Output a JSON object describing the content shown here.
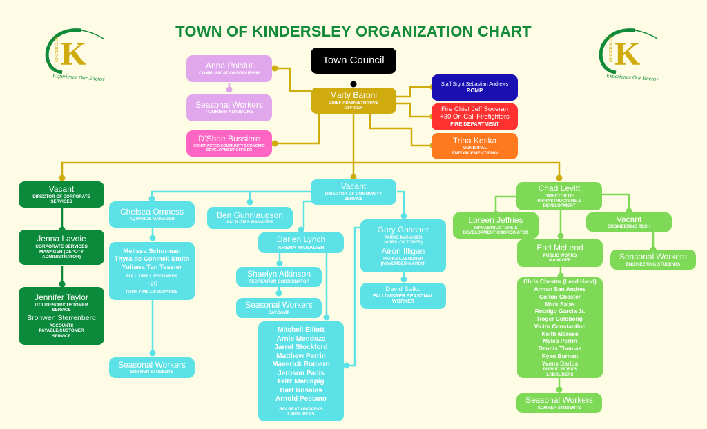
{
  "title": "TOWN OF KINDERSLEY ORGANIZATION CHART",
  "logo": {
    "wordmark": "KINDERSLEY",
    "letter": "K",
    "tagline": "Experience Our Energy"
  },
  "colors": {
    "background": "#fefce4",
    "title": "#118a3a",
    "council": "#000000",
    "cao": "#cfab0e",
    "communications": "#e1a7ec",
    "economic_dev": "#ff66c4",
    "rcmp": "#1a0fb0",
    "fire": "#ff3131",
    "enforcement": "#ff7a1f",
    "corporate": "#0b8a3c",
    "community": "#5ce1e6",
    "infrastructure": "#7ed957"
  },
  "council": {
    "name": "Town Council"
  },
  "cao": {
    "name": "Marty Baroni",
    "role": "CHIEF ADMINISTRATIVE OFFICER"
  },
  "communications": {
    "name": "Anna Polsfut",
    "role": "COMMUNICATIONS/TOURISM"
  },
  "tourism_seasonal": {
    "name": "Seasonal Workers",
    "role": "TOURISM ADVISORS"
  },
  "economic_dev": {
    "name": "D’Shae Bussiere",
    "role": "CONTRACTED COMMUNITY ECONOMIC DEVELOPMENT OFFICER"
  },
  "rcmp": {
    "name": "Staff Srgnt Sebastian Andrews",
    "role": "RCMP"
  },
  "fire": {
    "name": "Fire Chief Jeff Soveran",
    "extra": "+30 On Call Firefighters",
    "role": "FIRE DEPARTMENT"
  },
  "enforcement": {
    "name": "Trina Koska",
    "role": "MUNICIPAL ENFORCEMENT/EMO"
  },
  "corporate": {
    "director": {
      "name": "Vacant",
      "role": "DIRECTOR OF CORPORATE SERVICES"
    },
    "manager": {
      "name": "Jenna Lavoie",
      "role": "CORPORATE SERVICES MANAGER (DEPUTY ADMINISTRATOR)"
    },
    "staff": [
      {
        "name": "Jennifer Taylor",
        "role": "UTILITIES/AR/CUSTOMER SERVICE"
      },
      {
        "name": "Bronwen Sterrenberg",
        "role": "ACCOUNTS PAYABLE/CUSTOMER SERVICE"
      }
    ]
  },
  "community": {
    "director": {
      "name": "Vacant",
      "role": "DIRECTOR OF COMMUNITY SERVICE"
    },
    "aquatics": {
      "name": "Chelsea Omness",
      "role": "AQUATICS MANAGER"
    },
    "lifeguards": {
      "names": [
        "Melissa Schurman",
        "Thyra de Coninck Smith",
        "Yuliana Tan Tessier"
      ],
      "full_time_label": "FULL TIME LIFEGUARDS",
      "part_time_count": "+20",
      "part_time_label": "PART TIME LIFEGUARDS"
    },
    "aquatics_seasonal": {
      "name": "Seasonal Workers",
      "role": "SUMMER STUDENTS"
    },
    "facilities": {
      "name": "Ben Gunnlaugson",
      "role": "FACILITIES MANAGER"
    },
    "arena": {
      "name": "Darien Lynch",
      "role": "ARENA MANAGER"
    },
    "recreation": {
      "name": "Shaelyn Atkinson",
      "role": "RECREATION COORDINATOR"
    },
    "daycamp": {
      "name": "Seasonal Workers",
      "role": "DAYCAMP"
    },
    "rec_labourers": {
      "names": [
        "Mitchell Elliott",
        "Arnie Mendoza",
        "Jarret Stockford",
        "Matthew Perrin",
        "Maverick Romero",
        "Jeroson Pacis",
        "Fritz Manlapig",
        "Bart Rosales",
        "Arnold Pestano"
      ],
      "role": "RECREATION/PARKS LABOURERS"
    },
    "parks": {
      "manager": {
        "name": "Gary Gassner",
        "role": "PARKS MANAGER (APRIL-OCTOBER)"
      },
      "labourer": {
        "name": "Airon Illigan",
        "role": "PARKS LABOURER (NOVEMBER-MARCH)"
      }
    },
    "seasonal_worker": {
      "name": "David Batko",
      "role": "FALL/WINTER SEASONAL WORKER"
    }
  },
  "infrastructure": {
    "director": {
      "name": "Chad Levitt",
      "role": "DIRECTOR OF INFRASTRUCTURE & DEVELOPMENT"
    },
    "coordinator": {
      "name": "Loreen Jeffries",
      "role": "INFRASTRUCTURE & DEVELOPMENT COORDINATOR"
    },
    "engineering": {
      "name": "Vacant",
      "role": "ENGINEERING TECH"
    },
    "engineering_seasonal": {
      "name": "Seasonal Workers",
      "role": "ENGINEERING STUDENTS"
    },
    "public_works": {
      "name": "Earl McLeod",
      "role": "PUBLIC WORKS MANAGER"
    },
    "pw_labourers": {
      "names": [
        "Chris Chester (Lead Hand)",
        "Arman San Andres",
        "Colton Chester",
        "Mark Salas",
        "Rodrigo Garcia Jr.",
        "Roger Colobong",
        "Victor Constantino",
        "Keith Morose",
        "Myles Perrin",
        "Dennis Thomas",
        "Ryan Burnett",
        "Yvens Darius"
      ],
      "role": "PUBLIC WORKS LABOURERS"
    },
    "pw_seasonal": {
      "name": "Seasonal Workers",
      "role": "SUMMER STUDENTS"
    }
  }
}
